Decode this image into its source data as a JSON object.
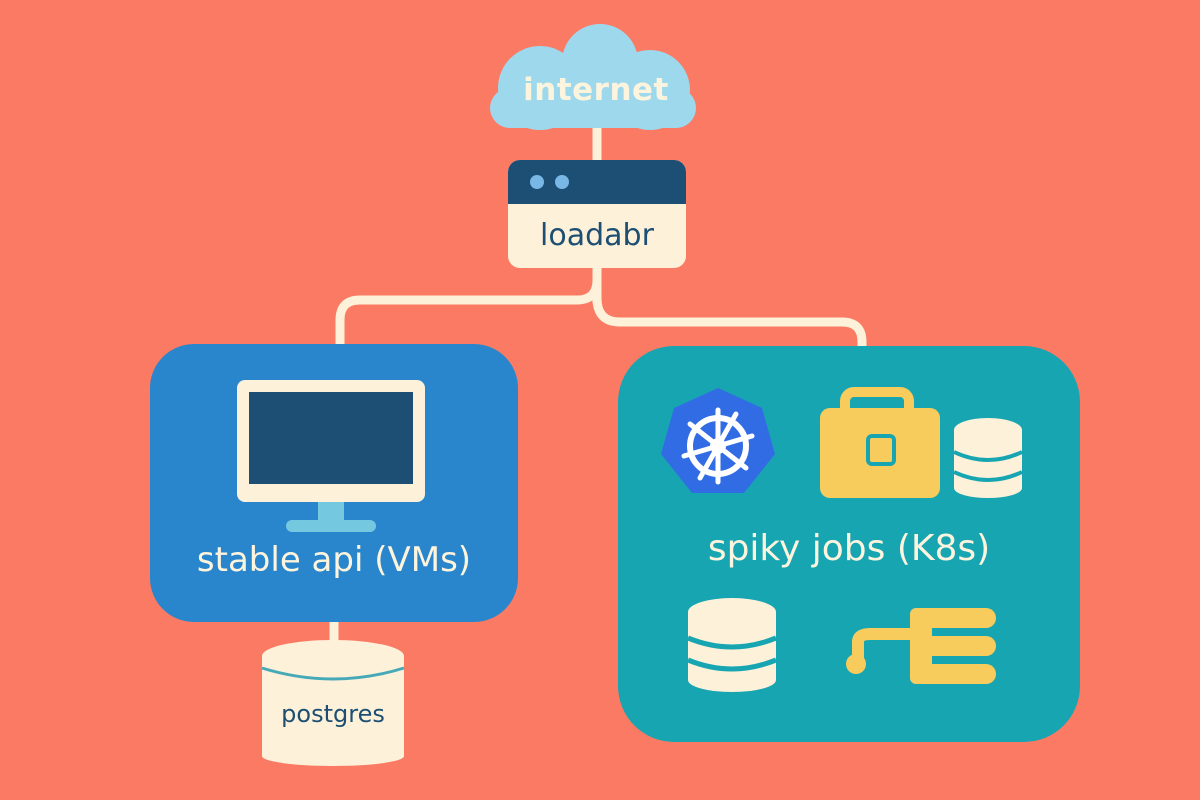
{
  "internet": {
    "label": "internet"
  },
  "load_balancer": {
    "label": "loadabr"
  },
  "stable_api": {
    "label": "stable api (VMs)"
  },
  "spiky_jobs": {
    "label": "spiky jobs (K8s)"
  },
  "database": {
    "label": "postgres"
  },
  "colors": {
    "background": "#FA7A63",
    "connector": "#FDF1DA",
    "cloud": "#9ED8EC",
    "vm_box": "#2A86CC",
    "k8s_box": "#17A5B2",
    "navy": "#1C4F73",
    "cream": "#FDF1DA",
    "yellow": "#F7CC5C",
    "k8s_blue": "#326CE5"
  },
  "icons": [
    "cloud-icon",
    "browser-window-icon",
    "monitor-icon",
    "kubernetes-icon",
    "briefcase-icon",
    "database-icon",
    "pipeline-icon"
  ]
}
